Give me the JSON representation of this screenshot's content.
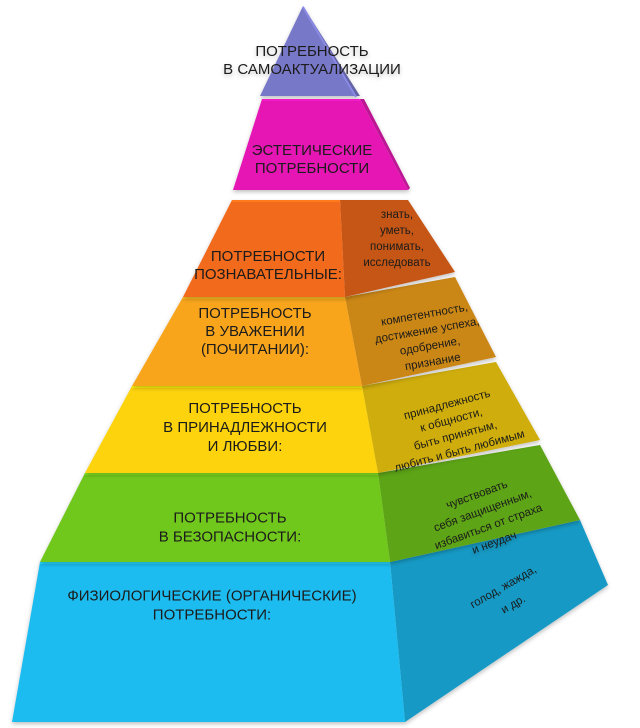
{
  "diagram": {
    "levels": [
      {
        "id": "self-actualization",
        "color": "#7878c8",
        "main_lines": [
          "ПОТРЕБНОСТЬ",
          "В САМОАКТУАЛИЗАЦИИ"
        ],
        "side_lines": []
      },
      {
        "id": "aesthetic",
        "color": "#e619b4",
        "main_lines": [
          "ЭСТЕТИЧЕСКИЕ",
          "ПОТРЕБНОСТИ"
        ],
        "side_lines": []
      },
      {
        "id": "cognitive",
        "color": "#f26a1b",
        "main_lines": [
          "ПОТРЕБНОСТИ",
          "ПОЗНАВАТЕЛЬНЫЕ:"
        ],
        "side_lines": [
          "знать,",
          "уметь,",
          "понимать,",
          "исследовать"
        ]
      },
      {
        "id": "esteem",
        "color": "#f8a51d",
        "main_lines": [
          "ПОТРЕБНОСТЬ",
          "В УВАЖЕНИИ",
          "(ПОЧИТАНИИ):"
        ],
        "side_lines": [
          "компетентность,",
          "достижение успеха,",
          "одобрение,",
          "признание"
        ]
      },
      {
        "id": "belonging",
        "color": "#fcd309",
        "main_lines": [
          "ПОТРЕБНОСТЬ",
          "В ПРИНАДЛЕЖНОСТИ",
          "И ЛЮБВИ:"
        ],
        "side_lines": [
          "принадлежность",
          "к общности,",
          "быть принятым,",
          "любить и быть любимым"
        ]
      },
      {
        "id": "safety",
        "color": "#71c81c",
        "main_lines": [
          "ПОТРЕБНОСТЬ",
          "В БЕЗОПАСНОСТИ:"
        ],
        "side_lines": [
          "чувствовать",
          "себя защищенным,",
          "избавиться от страха",
          "и неудач"
        ]
      },
      {
        "id": "physiological",
        "color": "#1ebcf0",
        "main_lines": [
          "ФИЗИОЛОГИЧЕСКИЕ (ОРГАНИЧЕСКИЕ)",
          "ПОТРЕБНОСТИ:"
        ],
        "side_lines": [
          "голод, жажда,",
          "и др."
        ]
      }
    ]
  }
}
